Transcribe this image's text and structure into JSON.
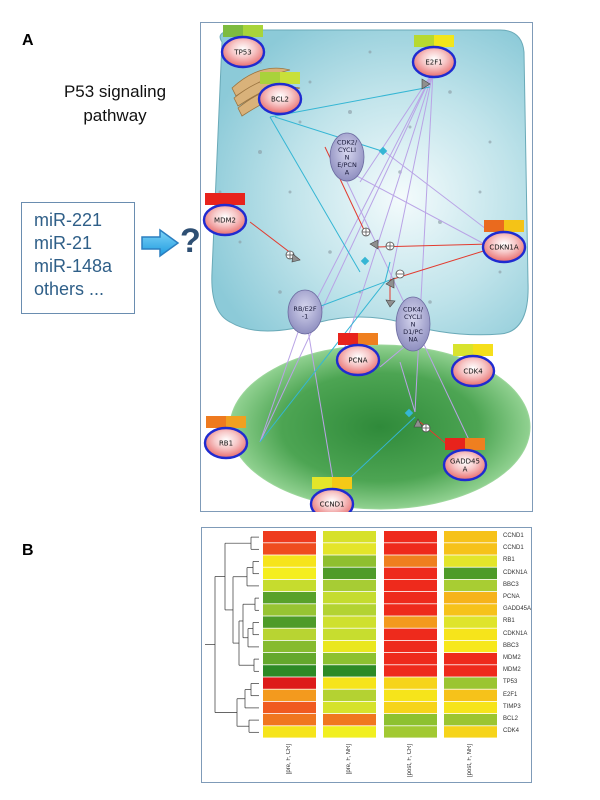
{
  "panel_a": {
    "label": "A",
    "title_line1": "P53 signaling",
    "title_line2": "pathway",
    "mirnas": [
      "miR-221",
      "miR-21",
      "miR-148a",
      "others ..."
    ],
    "question": "?",
    "nodes": [
      {
        "id": "TP53",
        "label": [
          "TP53"
        ],
        "colors": [
          "#7dbb3f",
          "#a8d43a"
        ]
      },
      {
        "id": "E2F1",
        "label": [
          "E2F1"
        ],
        "colors": [
          "#b7d930",
          "#f2e61b"
        ]
      },
      {
        "id": "BCL2",
        "label": [
          "BCL2"
        ],
        "colors": [
          "#a9d23b",
          "#c8e03a"
        ]
      },
      {
        "id": "MDM2",
        "label": [
          "MDM2"
        ],
        "colors": [
          "#e8231c",
          "#e8231c"
        ]
      },
      {
        "id": "CDKN1A",
        "label": [
          "CDKN1A"
        ],
        "colors": [
          "#ea6a1e",
          "#f4c317"
        ]
      },
      {
        "id": "PCNA",
        "label": [
          "PCNA"
        ],
        "colors": [
          "#e8231c",
          "#ef7f1f"
        ]
      },
      {
        "id": "CDK4",
        "label": [
          "CDK4"
        ],
        "colors": [
          "#d8e32e",
          "#f5df1b"
        ]
      },
      {
        "id": "RB1",
        "label": [
          "RB1"
        ],
        "colors": [
          "#ee7a1f",
          "#f0a020"
        ]
      },
      {
        "id": "GADD45A",
        "label": [
          "GADD45",
          "A"
        ],
        "colors": [
          "#e8231c",
          "#ef7f1f"
        ]
      },
      {
        "id": "CCND1",
        "label": [
          "CCND1"
        ],
        "colors": [
          "#e4e52a",
          "#f5c916"
        ]
      }
    ],
    "complexes": [
      {
        "id": "CDK2",
        "label": [
          "CDK2/",
          "CYCLI",
          "N",
          "E/PCN",
          "A"
        ]
      },
      {
        "id": "RBE2F",
        "label": [
          "RB/E2F",
          "-1"
        ]
      },
      {
        "id": "CDK4C",
        "label": [
          "CDK4/",
          "CYCLI",
          "N",
          "D1/PC",
          "NA"
        ]
      }
    ]
  },
  "panel_b": {
    "label": "B",
    "row_labels": [
      "CCND1",
      "CCND1",
      "RB1",
      "CDKN1A",
      "BBC3",
      "PCNA",
      "GADD45A",
      "RB1",
      "CDKN1A",
      "BBC3",
      "MDM2",
      "MDM2",
      "TP53",
      "E2F1",
      "TIMP3",
      "BCL2",
      "CDK4"
    ],
    "col_labels": [
      "[pre, F, CR]",
      "[pre, F, NR]",
      "[post, F, CR]",
      "[post, F, NR]"
    ],
    "colors": [
      [
        "#ee3b1e",
        "#d7e12a",
        "#ee2a1c",
        "#f6c21a"
      ],
      [
        "#ef4c1f",
        "#e4e52a",
        "#ee2a1c",
        "#f6c21a"
      ],
      [
        "#f6e41b",
        "#8fbf2f",
        "#ef7f1f",
        "#e3e52b"
      ],
      [
        "#f4ee1e",
        "#4f9b29",
        "#ee2a1c",
        "#4e9b28"
      ],
      [
        "#c6dc2e",
        "#a7cc34",
        "#ee2a1c",
        "#a8cd33"
      ],
      [
        "#58a12a",
        "#c5dc2f",
        "#ee2a1c",
        "#f6b31a"
      ],
      [
        "#97c432",
        "#b3d332",
        "#ee2a1c",
        "#f6c21a"
      ],
      [
        "#4e9b28",
        "#cfe02e",
        "#f39a1e",
        "#dfe42b"
      ],
      [
        "#b8d432",
        "#c7dd2f",
        "#ee2a1c",
        "#f6e41b"
      ],
      [
        "#86bb2e",
        "#eae71e",
        "#ee2a1c",
        "#f7e81b"
      ],
      [
        "#64a82c",
        "#8dc130",
        "#ee2a1c",
        "#ee2a1c"
      ],
      [
        "#2d8a26",
        "#2d8a26",
        "#ee2a1c",
        "#ee2a1c"
      ],
      [
        "#dd1b1a",
        "#f6e41b",
        "#f6d41a",
        "#9bc531"
      ],
      [
        "#f39a1e",
        "#b4d232",
        "#f6e41b",
        "#f6c21a"
      ],
      [
        "#f05a20",
        "#d5e22c",
        "#f6d41a",
        "#f6e41b"
      ],
      [
        "#f0761f",
        "#f0761f",
        "#8dc130",
        "#9bc531"
      ],
      [
        "#f6e41b",
        "#f1ef20",
        "#a2c932",
        "#f6d41a"
      ]
    ]
  }
}
